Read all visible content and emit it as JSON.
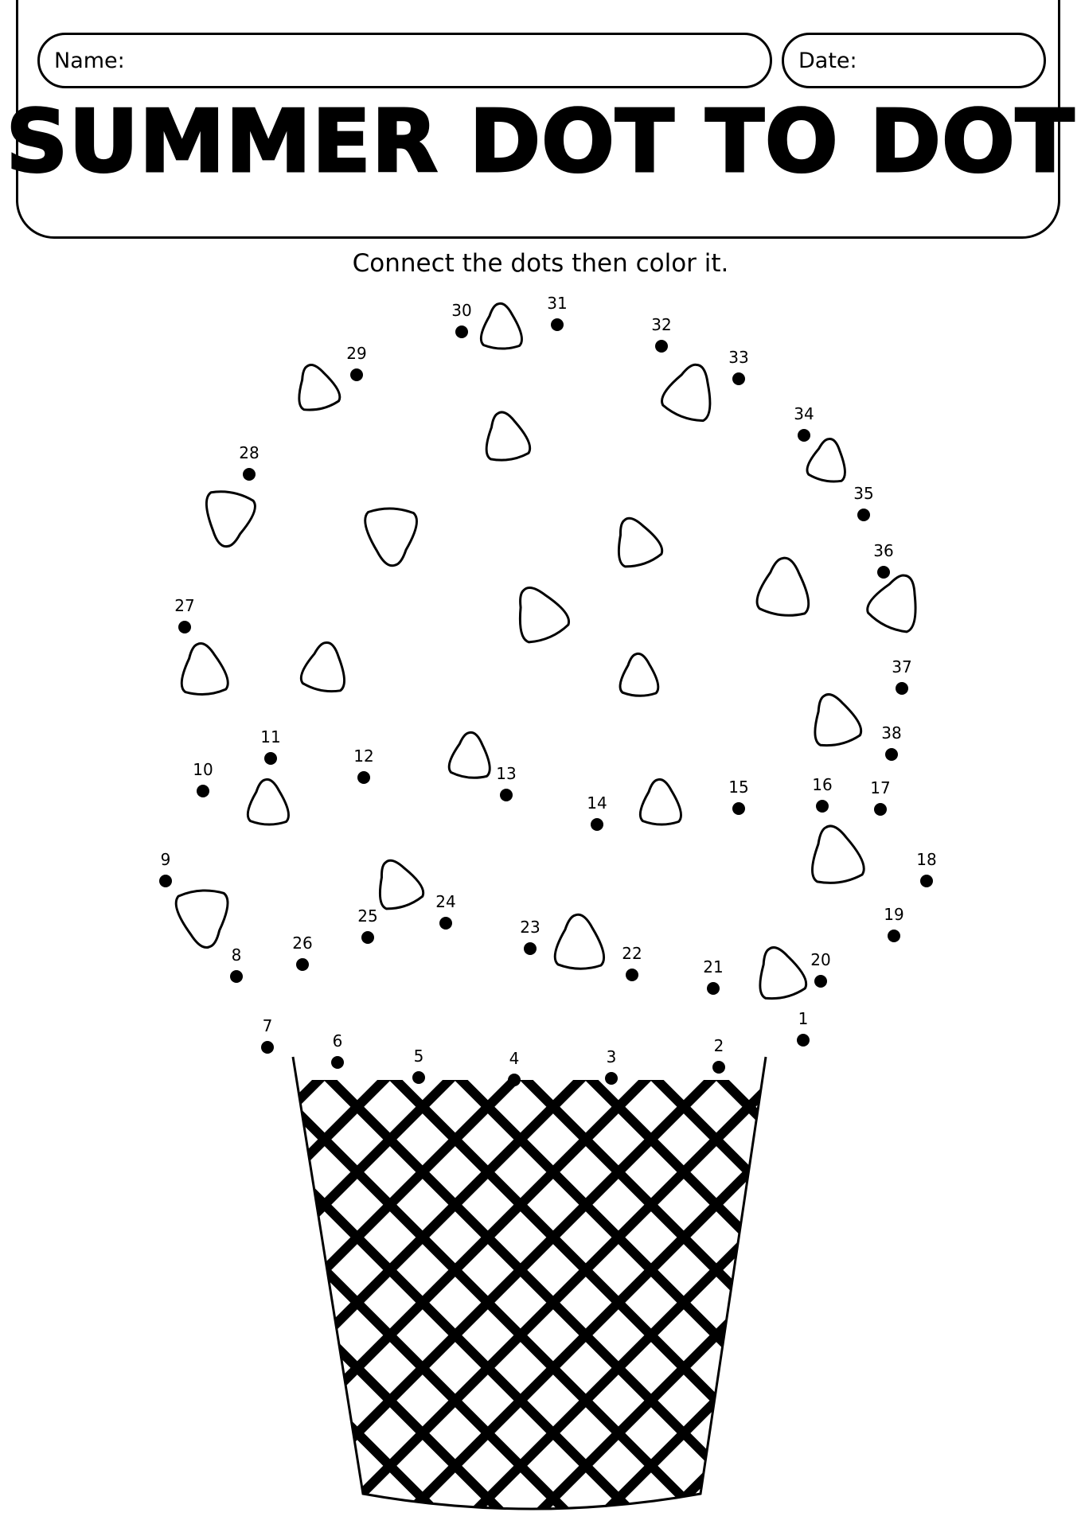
{
  "header": {
    "name_label": "Name:",
    "date_label": "Date:",
    "title": "SUMMER DOT TO DOT",
    "instruction": "Connect the dots then color it."
  },
  "dots": [
    {
      "label": "1"
    },
    {
      "label": "2"
    },
    {
      "label": "3"
    },
    {
      "label": "4"
    },
    {
      "label": "5"
    },
    {
      "label": "6"
    },
    {
      "label": "7"
    },
    {
      "label": "8"
    },
    {
      "label": "9"
    },
    {
      "label": "10"
    },
    {
      "label": "11"
    },
    {
      "label": "12"
    },
    {
      "label": "13"
    },
    {
      "label": "14"
    },
    {
      "label": "15"
    },
    {
      "label": "16"
    },
    {
      "label": "17"
    },
    {
      "label": "18"
    },
    {
      "label": "19"
    },
    {
      "label": "20"
    },
    {
      "label": "21"
    },
    {
      "label": "22"
    },
    {
      "label": "23"
    },
    {
      "label": "24"
    },
    {
      "label": "25"
    },
    {
      "label": "26"
    },
    {
      "label": "27"
    },
    {
      "label": "28"
    },
    {
      "label": "29"
    },
    {
      "label": "30"
    },
    {
      "label": "31"
    },
    {
      "label": "32"
    },
    {
      "label": "33"
    },
    {
      "label": "34"
    },
    {
      "label": "35"
    },
    {
      "label": "36"
    },
    {
      "label": "37"
    },
    {
      "label": "38"
    }
  ]
}
